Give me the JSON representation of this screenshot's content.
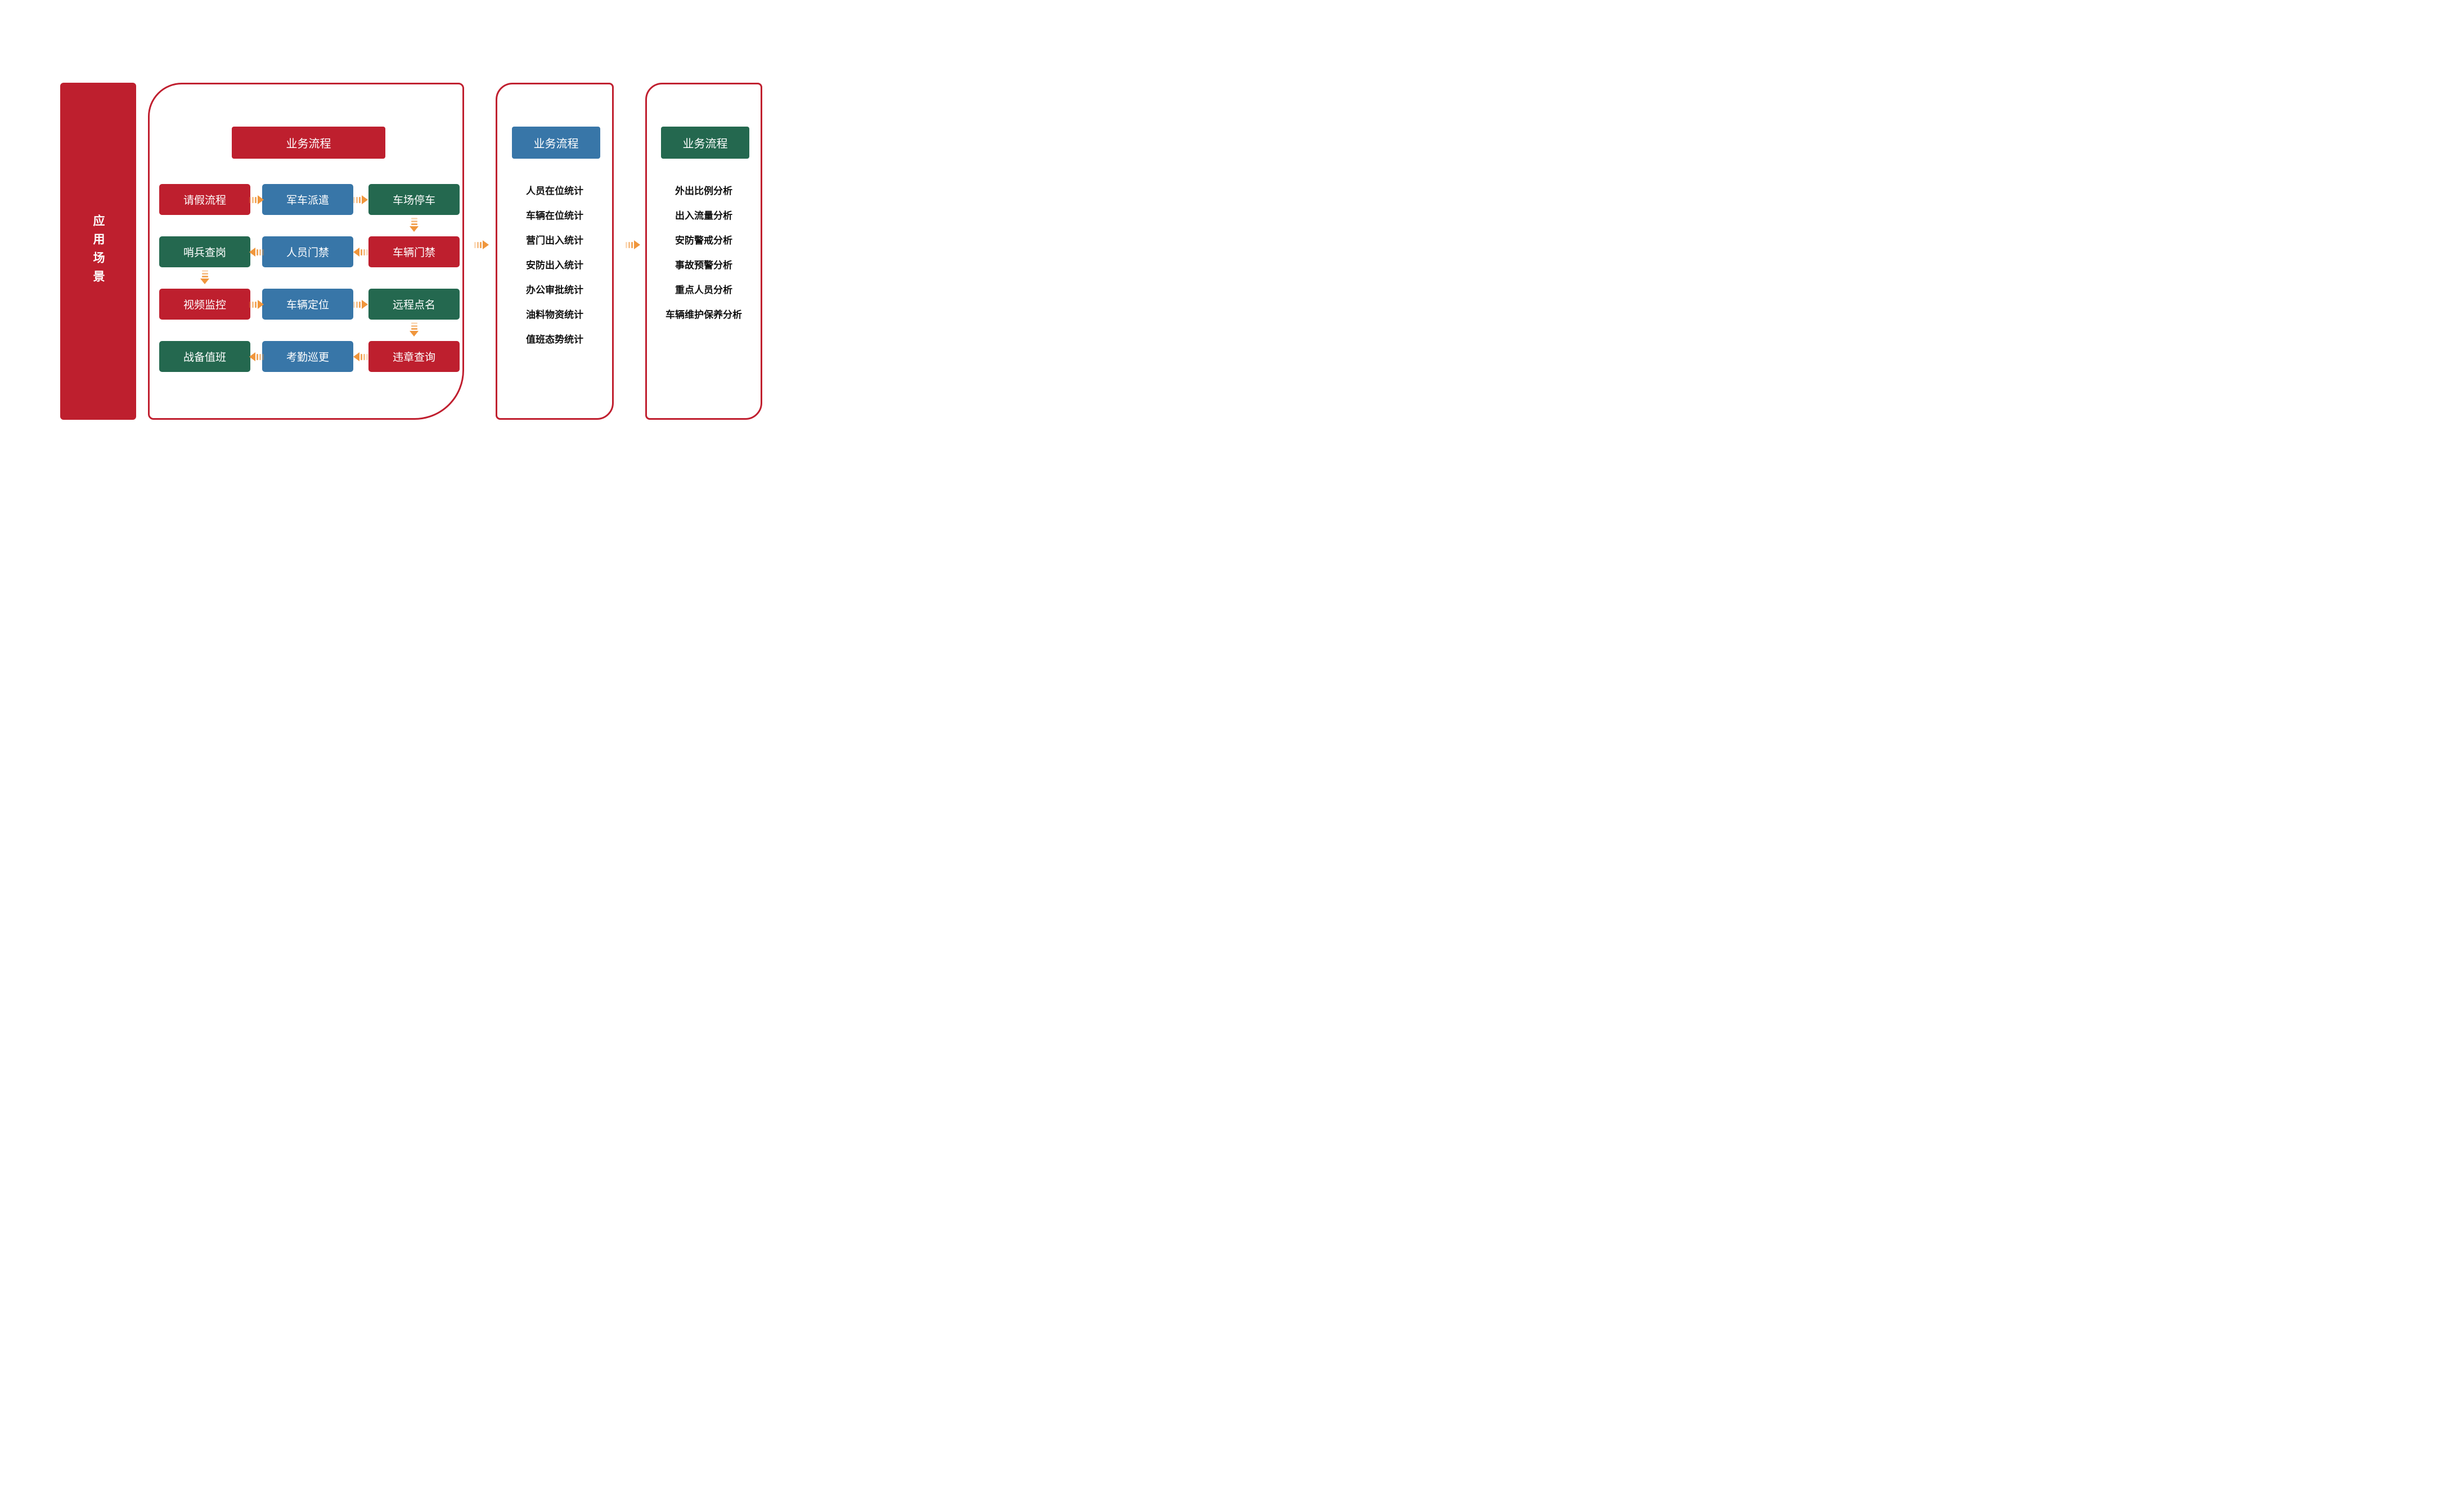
{
  "colors": {
    "red": "#BE1F2E",
    "green": "#24684F",
    "blue": "#3876A8",
    "orange": "#F0963C",
    "panel_border": "#C01F2F",
    "list_text": "#111111"
  },
  "sidebar": {
    "label": "应用场景"
  },
  "flow_panel": {
    "header": "业务流程",
    "rows": [
      {
        "arrow_direction": "right",
        "cells": [
          {
            "label": "请假流程",
            "color": "red"
          },
          {
            "label": "军车派遣",
            "color": "blue"
          },
          {
            "label": "车场停车",
            "color": "green"
          }
        ]
      },
      {
        "arrow_direction": "left",
        "cells": [
          {
            "label": "哨兵查岗",
            "color": "green"
          },
          {
            "label": "人员门禁",
            "color": "blue"
          },
          {
            "label": "车辆门禁",
            "color": "red"
          }
        ]
      },
      {
        "arrow_direction": "right",
        "cells": [
          {
            "label": "视频监控",
            "color": "red"
          },
          {
            "label": "车辆定位",
            "color": "blue"
          },
          {
            "label": "远程点名",
            "color": "green"
          }
        ]
      },
      {
        "arrow_direction": "left",
        "cells": [
          {
            "label": "战备值班",
            "color": "green"
          },
          {
            "label": "考勤巡更",
            "color": "blue"
          },
          {
            "label": "违章查询",
            "color": "red"
          }
        ]
      }
    ],
    "down_arrow_links": [
      "车场停车→车辆门禁",
      "哨兵查岗→视频监控",
      "远程点名→违章查询"
    ]
  },
  "stats_panel": {
    "header": "业务流程",
    "items": [
      "人员在位统计",
      "车辆在位统计",
      "营门出入统计",
      "安防出入统计",
      "办公审批统计",
      "油料物资统计",
      "值班态势统计"
    ]
  },
  "analysis_panel": {
    "header": "业务流程",
    "items": [
      "外出比例分析",
      "出入流量分析",
      "安防警戒分析",
      "事故预警分析",
      "重点人员分析",
      "车辆维护保养分析"
    ]
  }
}
